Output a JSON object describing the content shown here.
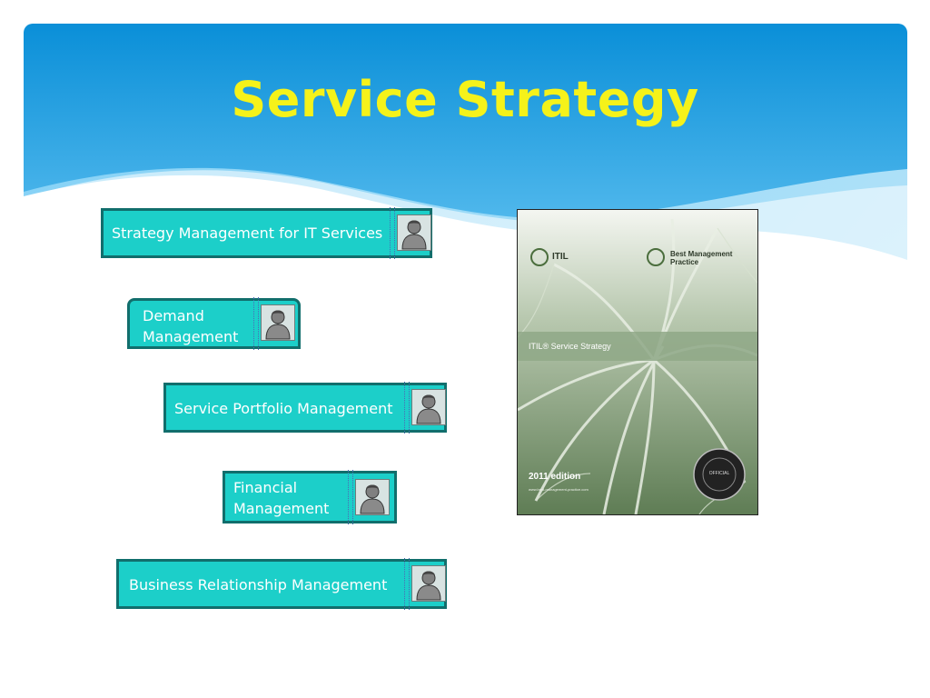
{
  "slide": {
    "title": "Service Strategy"
  },
  "processes": [
    {
      "label": "Strategy Management for IT Services"
    },
    {
      "label": "Demand\nManagement"
    },
    {
      "label": "Service Portfolio Management"
    },
    {
      "label": "Financial\nManagement"
    },
    {
      "label": "Business Relationship Management"
    }
  ],
  "book_cover": {
    "brand": "ITIL",
    "publisher": "Best Management\nPractice",
    "title": "ITIL® Service Strategy",
    "edition": "2011 edition",
    "url": "www.best-management-practice.com",
    "seal_text": "OFFICIAL"
  },
  "colors": {
    "header_top": "#0a8fd8",
    "header_bottom": "#6cc7f2",
    "title": "#f5f21a",
    "box_fill": "#1ccfc9",
    "box_border": "#116e6c",
    "cover_green": "#7d9a72"
  },
  "icons": [
    "person-icon",
    "itil-logo-icon",
    "leaf-icon",
    "seal-icon"
  ]
}
